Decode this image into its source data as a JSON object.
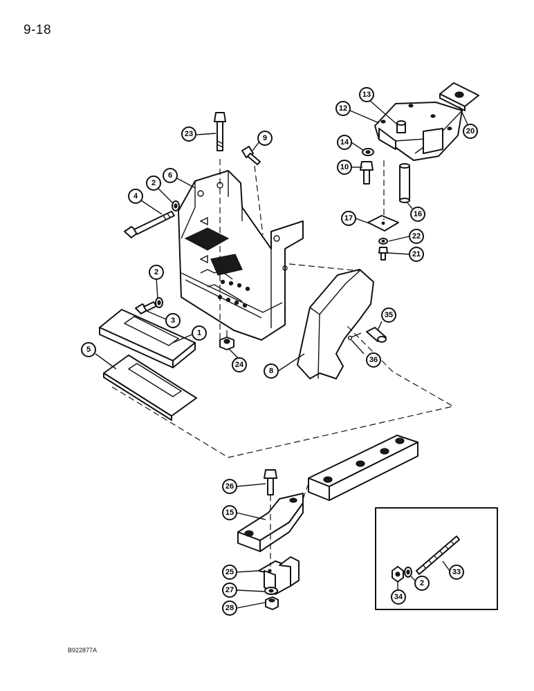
{
  "page": {
    "number": "9-18",
    "figure_code": "B922877A"
  },
  "callouts": {
    "c1": "1",
    "c2a": "2",
    "c2b": "2",
    "c2c": "2",
    "c3": "3",
    "c4": "4",
    "c5": "5",
    "c6": "6",
    "c8": "8",
    "c9": "9",
    "c10": "10",
    "c12": "12",
    "c13": "13",
    "c14": "14",
    "c15": "15",
    "c16": "16",
    "c17": "17",
    "c20": "20",
    "c21": "21",
    "c22": "22",
    "c23": "23",
    "c24": "24",
    "c25": "25",
    "c26": "26",
    "c27": "27",
    "c28": "28",
    "c33": "33",
    "c34": "34",
    "c35": "35",
    "c36": "36"
  }
}
